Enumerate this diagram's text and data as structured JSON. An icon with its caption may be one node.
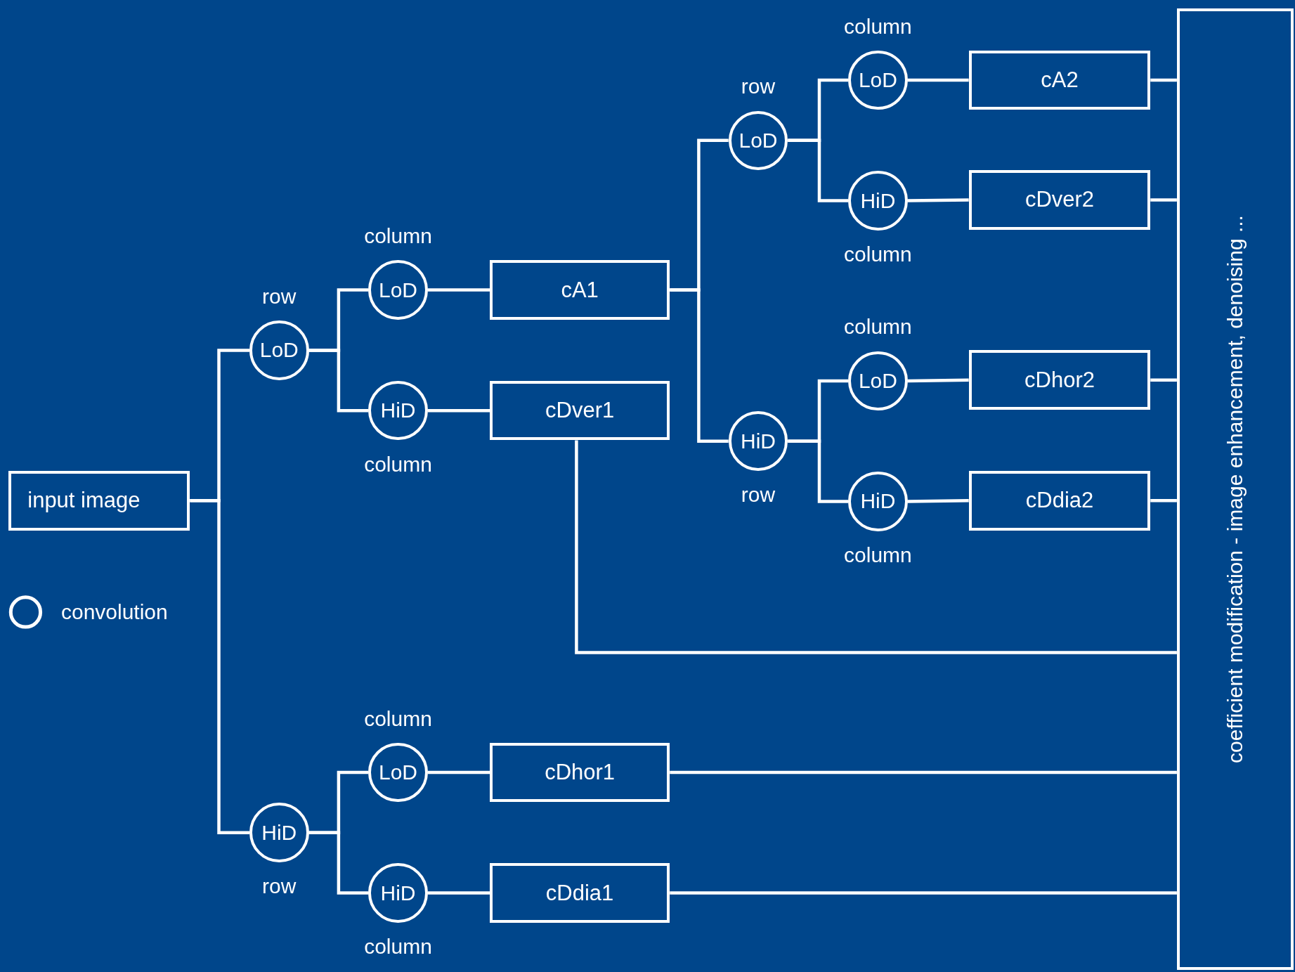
{
  "diagram": {
    "nodes": [
      {
        "text": [
          "input image"
        ]
      },
      {
        "text": [
          "LoD"
        ],
        "beside": [
          "row"
        ]
      },
      {
        "text": [
          "HiD"
        ],
        "beside": [
          "row"
        ]
      },
      {
        "text": [
          "LoD"
        ],
        "beside": [
          "column"
        ]
      },
      {
        "text": [
          "HiD"
        ],
        "beside": [
          "column"
        ]
      },
      {
        "text": [
          "LoD"
        ],
        "beside": [
          "column"
        ]
      },
      {
        "text": [
          "HiD"
        ],
        "beside": [
          "column"
        ]
      },
      {
        "text": [
          "cA1"
        ]
      },
      {
        "text": [
          "cDver1"
        ]
      },
      {
        "text": [
          "cDhor1"
        ]
      },
      {
        "text": [
          "cDdia1"
        ]
      },
      {
        "text": [
          "LoD"
        ],
        "beside": [
          "row"
        ]
      },
      {
        "text": [
          "HiD"
        ],
        "beside": [
          "row"
        ]
      },
      {
        "text": [
          "LoD"
        ],
        "beside": [
          "column"
        ]
      },
      {
        "text": [
          "HiD"
        ],
        "beside": [
          "column"
        ]
      },
      {
        "text": [
          "LoD"
        ],
        "beside": [
          "column"
        ]
      },
      {
        "text": [
          "HiD"
        ],
        "beside": [
          "column"
        ]
      },
      {
        "text": [
          "cA2"
        ]
      },
      {
        "text": [
          "cDver2"
        ]
      },
      {
        "text": [
          "cDhor2"
        ]
      },
      {
        "text": [
          "cDdia2"
        ]
      },
      {
        "text": [
          "coefficient modification - image enhancement, denoising ..."
        ]
      }
    ],
    "edges": [
      {
        "from": 0,
        "to": 1,
        "arrow": "none"
      },
      {
        "from": 0,
        "to": 2,
        "arrow": "none"
      },
      {
        "from": 1,
        "to": 3,
        "arrow": "none"
      },
      {
        "from": 1,
        "to": 4,
        "arrow": "none"
      },
      {
        "from": 2,
        "to": 5,
        "arrow": "none"
      },
      {
        "from": 2,
        "to": 6,
        "arrow": "none"
      },
      {
        "from": 3,
        "to": 7,
        "arrow": "none"
      },
      {
        "from": 4,
        "to": 8,
        "arrow": "none"
      },
      {
        "from": 5,
        "to": 9,
        "arrow": "none"
      },
      {
        "from": 6,
        "to": 10,
        "arrow": "none"
      },
      {
        "from": 7,
        "to": 11,
        "arrow": "none"
      },
      {
        "from": 7,
        "to": 12,
        "arrow": "none"
      },
      {
        "from": 11,
        "to": 13,
        "arrow": "none"
      },
      {
        "from": 11,
        "to": 14,
        "arrow": "none"
      },
      {
        "from": 12,
        "to": 15,
        "arrow": "none"
      },
      {
        "from": 12,
        "to": 16,
        "arrow": "none"
      },
      {
        "from": 13,
        "to": 17,
        "arrow": "none"
      },
      {
        "from": 14,
        "to": 18,
        "arrow": "none"
      },
      {
        "from": 15,
        "to": 19,
        "arrow": "none"
      },
      {
        "from": 16,
        "to": 20,
        "arrow": "none"
      },
      {
        "from": 17,
        "to": 21,
        "arrow": "none"
      },
      {
        "from": 18,
        "to": 21,
        "arrow": "none"
      },
      {
        "from": 19,
        "to": 21,
        "arrow": "none"
      },
      {
        "from": 20,
        "to": 21,
        "arrow": "none"
      },
      {
        "from": 8,
        "to": 21,
        "arrow": "none"
      },
      {
        "from": 9,
        "to": 21,
        "arrow": "none"
      },
      {
        "from": 10,
        "to": 21,
        "arrow": "none"
      }
    ],
    "legend": [
      {
        "text": "convolution"
      }
    ]
  }
}
